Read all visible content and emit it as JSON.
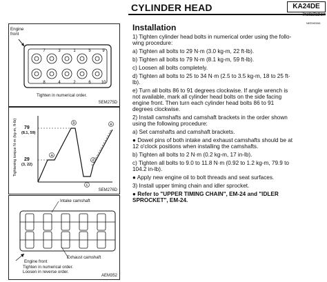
{
  "header": {
    "title": "CYLINDER HEAD",
    "code": "KA24DE",
    "section": "Installation"
  },
  "figures": {
    "fig1": {
      "engine_front_label": "Engine\nfront",
      "engine_front_line1": "Engine",
      "engine_front_line2": "front",
      "caption": "Tighten in numerical order.",
      "id": "SEM275D",
      "bolt_numbers": [
        "1",
        "2",
        "3",
        "4",
        "5",
        "6",
        "7",
        "8",
        "9",
        "10"
      ]
    },
    "fig2": {
      "ylabel": "Tightening torque N·m (kg-m, ft-lb)",
      "tick_79": "79",
      "tick_79_sub": "(8.1, 59)",
      "tick_29": "29",
      "tick_29_sub": "(3, 22)",
      "points": [
        "a",
        "b",
        "c",
        "d",
        "e"
      ],
      "id": "SEM276D"
    },
    "fig3": {
      "intake_label": "Intake camshaft",
      "exhaust_label": "Exhaust camshaft",
      "engine_front_label": "Engine front",
      "caption_line1": "Tighten in numerical order.",
      "caption_line2": "Loosen in reverse order.",
      "id": "AEM352"
    }
  },
  "instructions": {
    "doc_code": "NEEM0006",
    "heading": "Installation",
    "lines": [
      "1)  Tighten cylinder head bolts in numerical order using the follo-",
      "     wing procedure:",
      "a)  Tighten all bolts to 29 N·m (3.0 kg-m, 22 ft-lb).",
      "b)  Tighten all bolts to 79 N·m (8.1 kg-m, 59 ft-lb).",
      "c)  Loosen all bolts completely.",
      "d)  Tighten all bolts to 25 to 34 N·m (2.5 to 3.5 kg-m, 18 to 25 ft-",
      "     lb).",
      "e)  Turn all bolts 86 to 91 degrees clockwise. If angle wrench is",
      "     not available, mark all cylinder head bolts on the side facing",
      "     engine front. Then turn each cylinder head bolts 86 to 91",
      "     degrees clockwise.",
      "2)  Install camshafts and camshaft brackets in the order shown",
      "     using the following procedure:",
      "a)  Set camshafts and camshaft brackets.",
      "●  Dowel pins of both intake and exhaust camshafts should be at",
      "     12 o'clock positions when installing the camshafts.",
      "b)  Tighten all bolts to 2 N·m (0.2 kg-m, 17 in-lb).",
      "c)  Tighten all bolts to 9.0 to 11.8 N·m (0.92 to 1.2 kg-m, 79.9 to",
      "     104.2 in-lb).",
      "●  Apply new engine oil to bolt threads and seat surfaces.",
      "3)  Install upper timing chain and idler sprocket.",
      "●  Refer to \"UPPER TIMING CHAIN\", EM-24 and \"IDLER",
      "     SPROCKET\", EM-24."
    ]
  }
}
